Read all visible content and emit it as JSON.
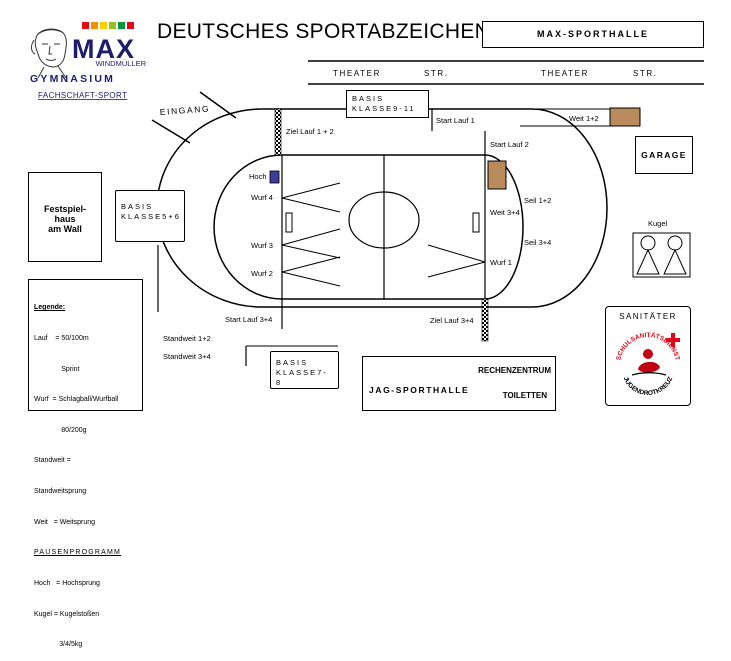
{
  "title": "DEUTSCHES SPORTABZEICHEN",
  "logo": {
    "word1": "MAX",
    "word2": "WINDMÜLLER",
    "word3": "GYMNASIUM",
    "dept": "FACHSCHAFT-SPORT",
    "colors": [
      "#e30613",
      "#f39200",
      "#ffcc00",
      "#95c11f",
      "#009640"
    ]
  },
  "buildings": {
    "max_sporthalle": "MAX-SPORTHALLE",
    "garage": "GARAGE",
    "festspielhaus": [
      "Festspiel-",
      "haus",
      "am Wall"
    ],
    "jag_sporthalle": "JAG-SPORTHALLE",
    "rechenzentrum": "RECHENZENTRUM",
    "toiletten": "TOILETTEN"
  },
  "street": {
    "left_word1": "THEATER",
    "left_word2": "STR.",
    "right_word1": "THEATER",
    "right_word2": "STR."
  },
  "labels": {
    "eingang": "EINGANG",
    "basis_top": [
      "BASIS",
      "KLASSE9-11"
    ],
    "basis_left": [
      "BASIS",
      "KLASSE5+6"
    ],
    "basis_bottom": [
      "BASIS",
      "KLASSE7-8"
    ],
    "ziel_lauf_12": "Ziel Lauf 1 + 2",
    "start_lauf_1": "Start Lauf 1",
    "weit_12": "Weit 1+2",
    "start_lauf_2": "Start Lauf 2",
    "weit_34": "Weit 3+4",
    "seil_12": "Seil 1+2",
    "seil_34": "Seil 3+4",
    "hoch": "Hoch",
    "wurf_4": "Wurf 4",
    "wurf_3": "Wurf 3",
    "wurf_2": "Wurf 2",
    "wurf_1": "Wurf 1",
    "kugel": "Kugel",
    "start_lauf_34": "Start Lauf 3+4",
    "ziel_lauf_34": "Ziel Lauf 3+4",
    "standweit_12": "Standweit 1+2",
    "standweit_34": "Standweit 3+4"
  },
  "legend": {
    "title": "Legende:",
    "lines": [
      "Lauf    = 50/100m",
      "              Sprint",
      "Wurf  = Schlagball/Wurfball",
      "              80/200g",
      "Standweit =",
      "Standweitsprung",
      "Weit   = Weitsprung"
    ],
    "pause_title": "PAUSENPROGRAMM",
    "pause_lines": [
      "Hoch   = Hochsprung",
      "Kugel = Kugelstoßen",
      "             3/4/5kg"
    ]
  },
  "sanitaeter": {
    "title": "SANITÄTER",
    "ring_top": "SCHULSANITÄTSDIENST",
    "ring_bottom": "JUGENDROTKREUZ",
    "cross_color": "#e30613"
  },
  "colors": {
    "hoch_mat": "#3a3f99",
    "sand_pit": "#b88a5c"
  }
}
